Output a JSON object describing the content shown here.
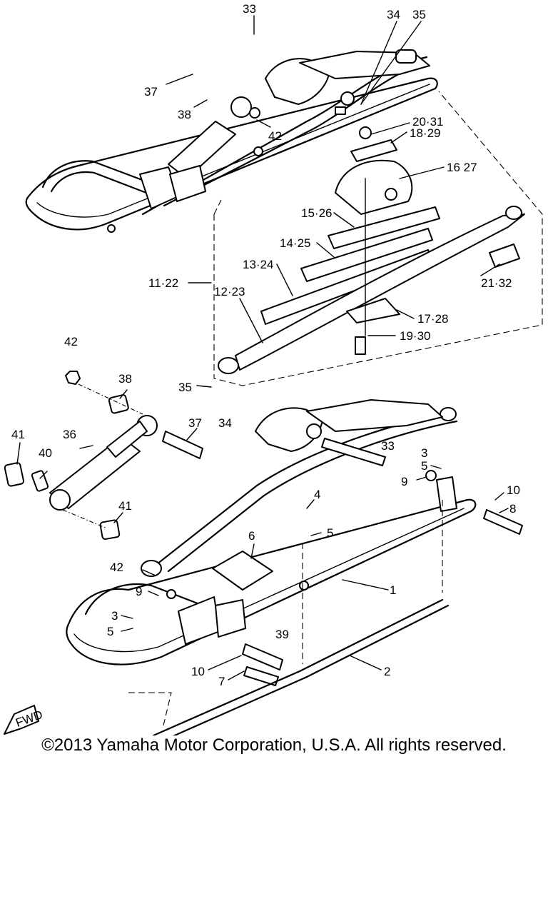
{
  "diagram": {
    "badge": "FWD",
    "labels": [
      {
        "id": "l33a",
        "text": "33"
      },
      {
        "id": "l34a",
        "text": "34"
      },
      {
        "id": "l35a",
        "text": "35"
      },
      {
        "id": "l37a",
        "text": "37"
      },
      {
        "id": "l38a",
        "text": "38"
      },
      {
        "id": "l42a",
        "text": "42"
      },
      {
        "id": "l2031",
        "text": "20·31"
      },
      {
        "id": "l1829",
        "text": "18·29"
      },
      {
        "id": "l1627",
        "text": "16 27"
      },
      {
        "id": "l1526",
        "text": "15·26"
      },
      {
        "id": "l1425",
        "text": "14·25"
      },
      {
        "id": "l1324",
        "text": "13·24"
      },
      {
        "id": "l1122",
        "text": "11·22"
      },
      {
        "id": "l1223",
        "text": "12·23"
      },
      {
        "id": "l2132",
        "text": "21·32"
      },
      {
        "id": "l1728",
        "text": "17·28"
      },
      {
        "id": "l1930",
        "text": "19·30"
      },
      {
        "id": "l42b",
        "text": "42"
      },
      {
        "id": "l38b",
        "text": "38"
      },
      {
        "id": "l35b",
        "text": "35"
      },
      {
        "id": "l34b",
        "text": "34"
      },
      {
        "id": "l37b",
        "text": "37"
      },
      {
        "id": "l33b",
        "text": "33"
      },
      {
        "id": "l41a",
        "text": "41"
      },
      {
        "id": "l36",
        "text": "36"
      },
      {
        "id": "l40",
        "text": "40"
      },
      {
        "id": "l41b",
        "text": "41"
      },
      {
        "id": "l3a",
        "text": "3"
      },
      {
        "id": "l5a",
        "text": "5"
      },
      {
        "id": "l9a",
        "text": "9"
      },
      {
        "id": "l10a",
        "text": "10"
      },
      {
        "id": "l8",
        "text": "8"
      },
      {
        "id": "l4",
        "text": "4"
      },
      {
        "id": "l5b",
        "text": "5"
      },
      {
        "id": "l6",
        "text": "6"
      },
      {
        "id": "l42c",
        "text": "42"
      },
      {
        "id": "l1",
        "text": "1"
      },
      {
        "id": "l9b",
        "text": "9"
      },
      {
        "id": "l3b",
        "text": "3"
      },
      {
        "id": "l5c",
        "text": "5"
      },
      {
        "id": "l39",
        "text": "39"
      },
      {
        "id": "l10b",
        "text": "10"
      },
      {
        "id": "l7",
        "text": "7"
      },
      {
        "id": "l2",
        "text": "2"
      }
    ]
  },
  "footer": {
    "copyright": "©2013 Yamaha Motor Corporation, U.S.A. All rights reserved."
  }
}
